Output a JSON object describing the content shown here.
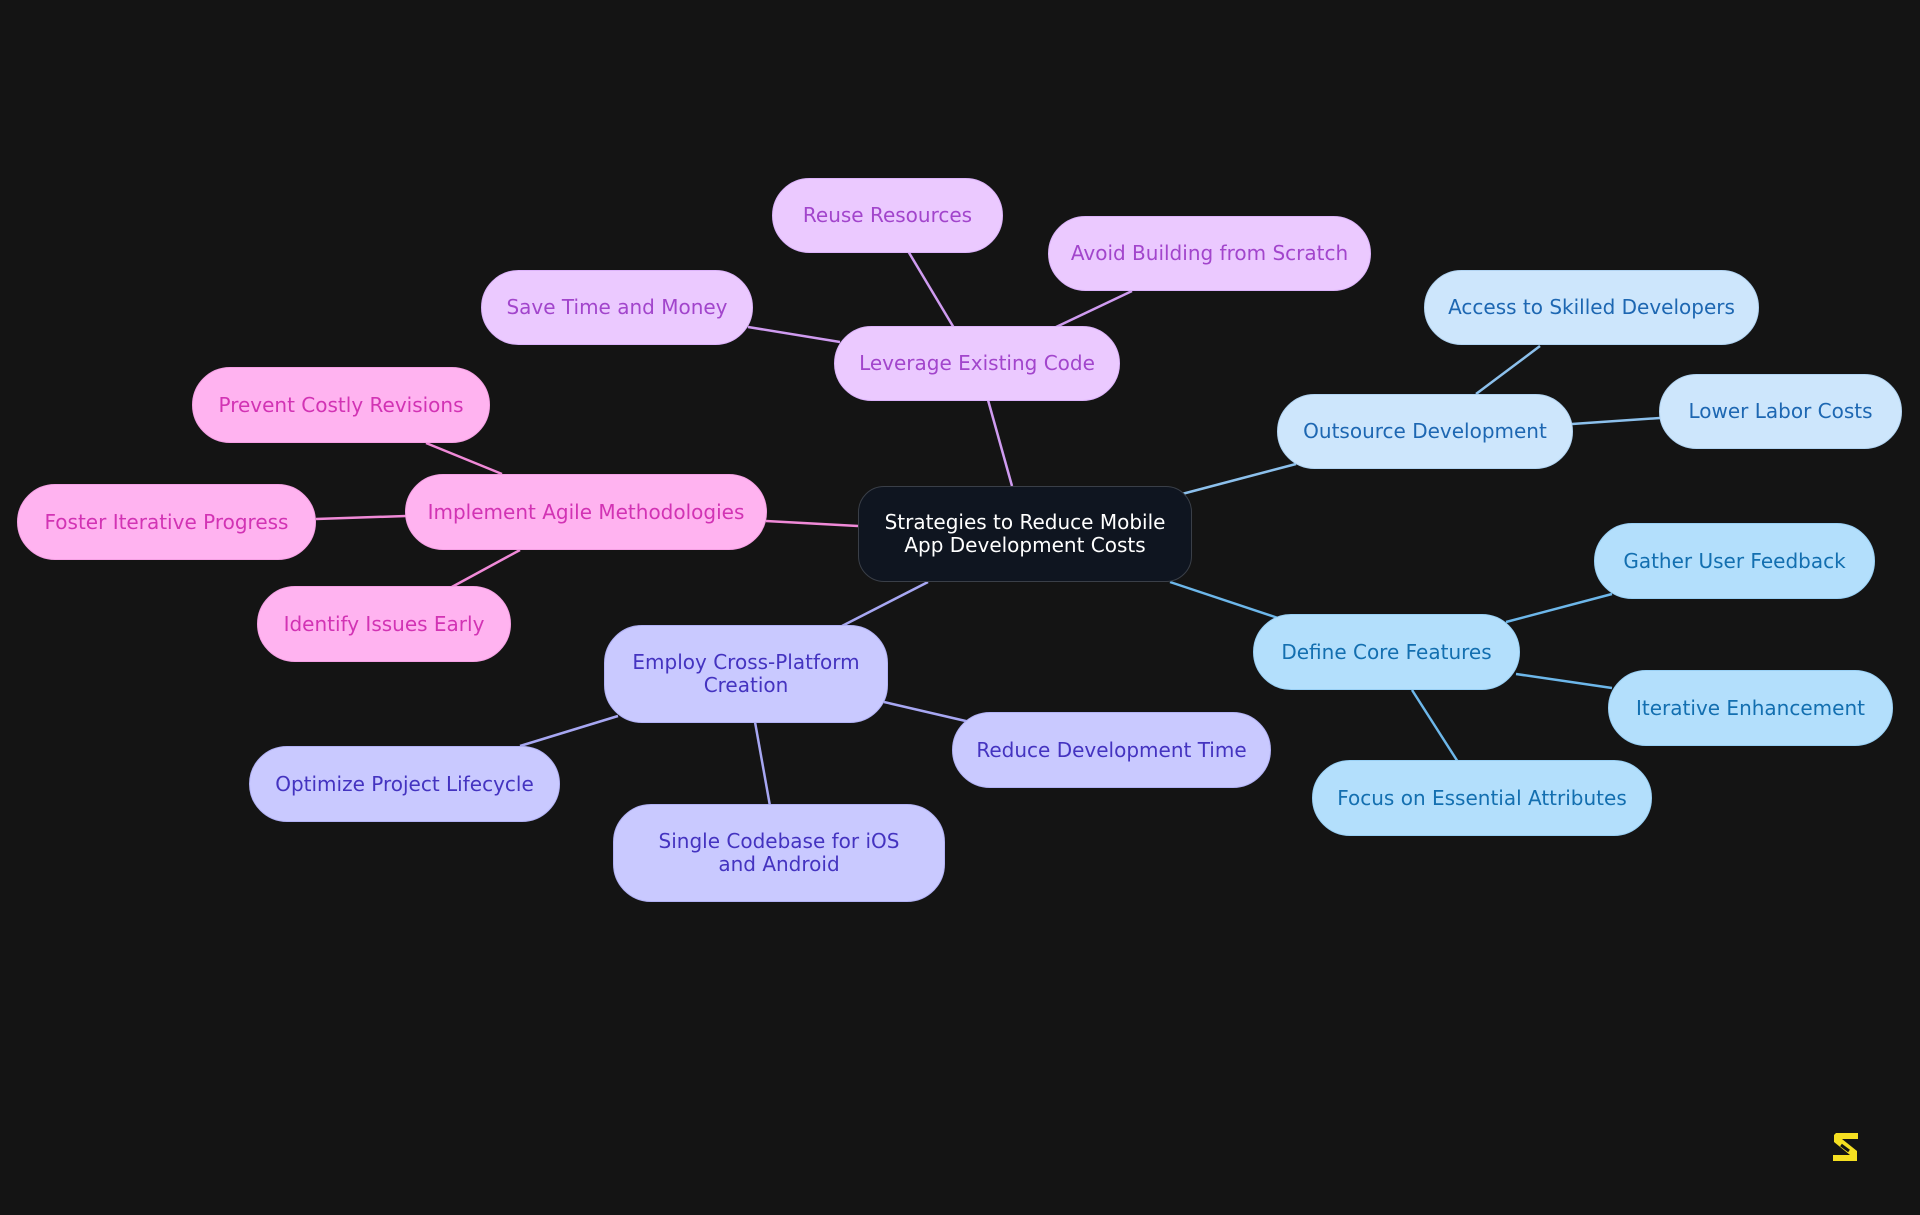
{
  "colors": {
    "background": "#141414",
    "center": {
      "fill": "#0f1520",
      "stroke": "#3a3f48",
      "text": "#ffffff"
    },
    "pink": {
      "fill": "#ffb3f0",
      "stroke": "#f5a0e4",
      "text": "#d233b4",
      "edge": "#f08ad8"
    },
    "violet": {
      "fill": "#ebc9ff",
      "stroke": "#dcb3fa",
      "text": "#a245cc",
      "edge": "#cf9bf0"
    },
    "indigo": {
      "fill": "#c9c9ff",
      "stroke": "#b2b2f5",
      "text": "#4433c0",
      "edge": "#a7a7f2"
    },
    "blue": {
      "fill": "#cde6fc",
      "stroke": "#b2d4f2",
      "text": "#1d67b2",
      "edge": "#8cc0ec"
    },
    "sky": {
      "fill": "#b3dffc",
      "stroke": "#99d0f5",
      "text": "#136fb0",
      "edge": "#6db7ea"
    },
    "logo": "#f5df21"
  },
  "mindmap": {
    "center": "Strategies to Reduce Mobile App Development Costs",
    "branches": {
      "leverage": "Leverage Existing Code",
      "reuse": "Reuse Resources",
      "avoid": "Avoid Building from Scratch",
      "save": "Save Time and Money",
      "outsource": "Outsource Development",
      "access": "Access to Skilled Developers",
      "lower": "Lower Labor Costs",
      "agile": "Implement Agile Methodologies",
      "prevent": "Prevent Costly Revisions",
      "foster": "Foster Iterative Progress",
      "identify": "Identify Issues Early",
      "cross": "Employ Cross-Platform Creation",
      "optimize": "Optimize Project Lifecycle",
      "single": "Single Codebase for iOS and Android",
      "reduce": "Reduce Development Time",
      "define": "Define Core Features",
      "gather": "Gather User Feedback",
      "iterative": "Iterative Enhancement",
      "focus": "Focus on Essential Attributes"
    }
  },
  "logo_icon": "stylized-s-logo-icon"
}
